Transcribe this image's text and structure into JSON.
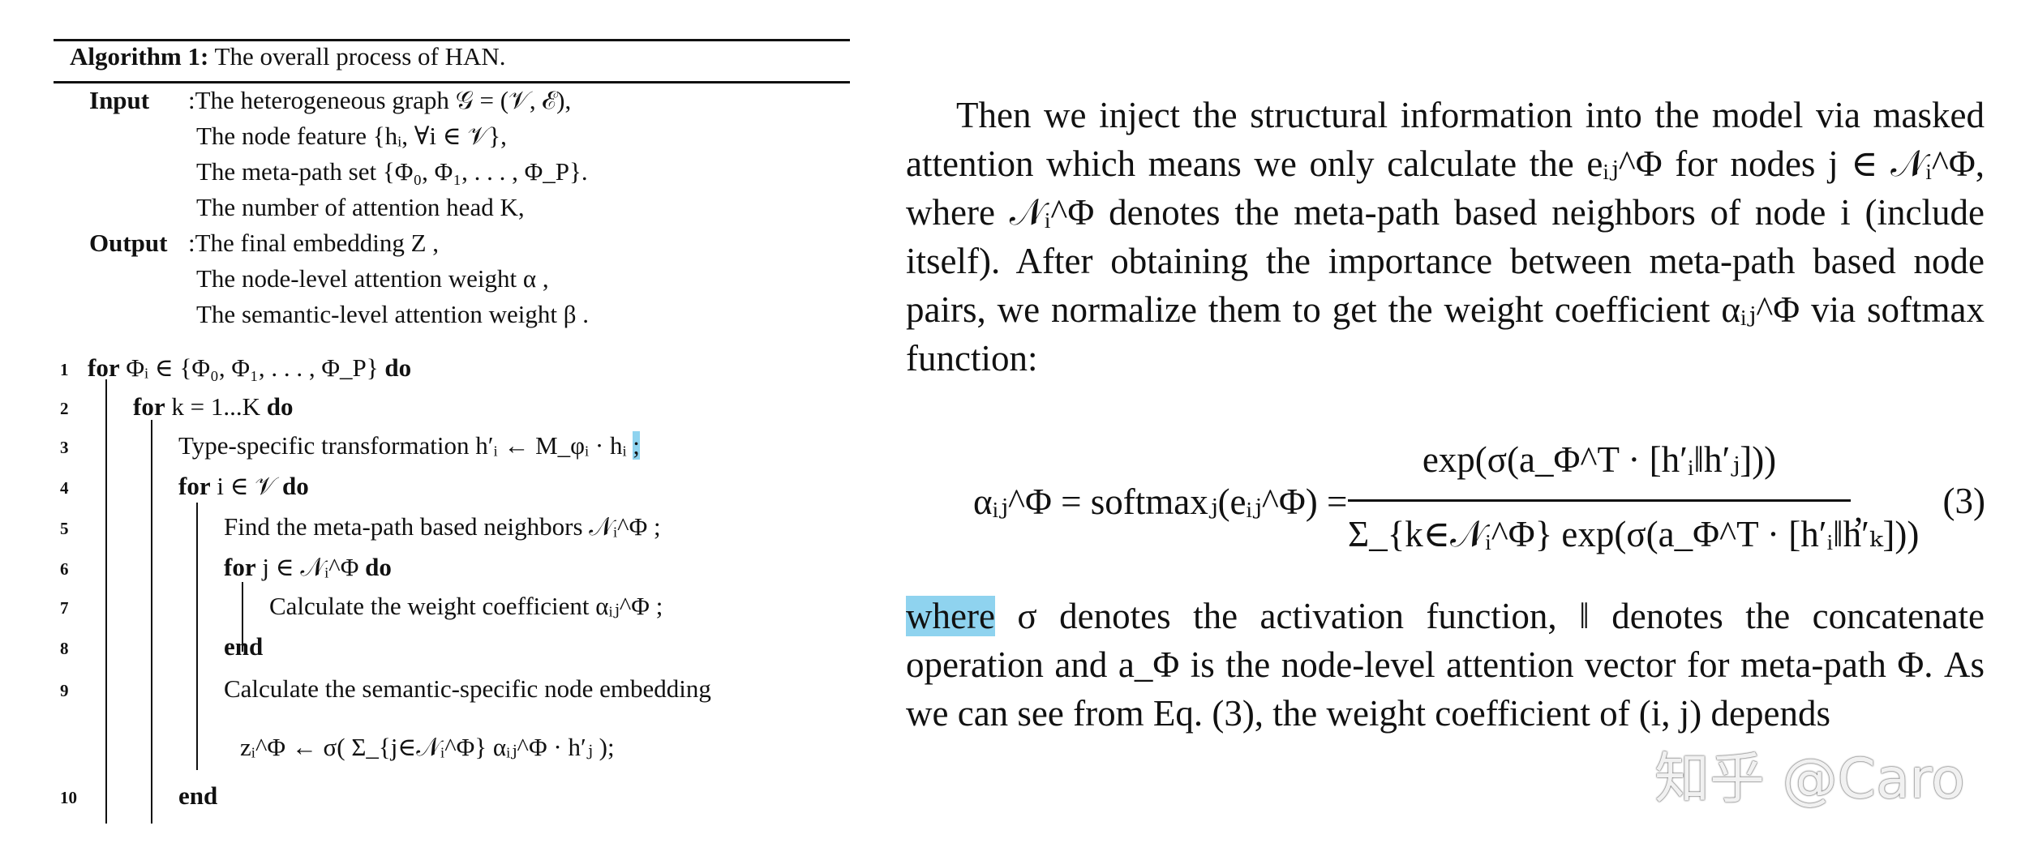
{
  "algorithm": {
    "title_label": "Algorithm 1:",
    "title_text": "The overall process of HAN.",
    "input_label": "Input",
    "input_lines": [
      ":The heterogeneous graph 𝒢 = (𝒱, ℰ),",
      "The node feature {hᵢ, ∀i ∈ 𝒱},",
      "The meta-path set {Φ₀, Φ₁, . . . , Φ_P}.",
      "The number of attention head K,"
    ],
    "output_label": "Output",
    "output_lines": [
      ":The final embedding Z ,",
      "The node-level attention weight α ,",
      "The semantic-level attention weight β ."
    ],
    "steps": [
      {
        "n": "1",
        "kw": "for",
        "text": "Φᵢ ∈ {Φ₀, Φ₁, . . . , Φ_P}",
        "kw2": "do"
      },
      {
        "n": "2",
        "kw": "for",
        "text": "k = 1...K",
        "kw2": "do"
      },
      {
        "n": "3",
        "kw": "",
        "text": "Type-specific transformation h′ᵢ ← M_φᵢ · hᵢ",
        "kw2": ";"
      },
      {
        "n": "4",
        "kw": "for",
        "text": "i ∈ 𝒱",
        "kw2": "do"
      },
      {
        "n": "5",
        "kw": "",
        "text": "Find the meta-path based neighbors 𝒩ᵢ^Φ ;",
        "kw2": ""
      },
      {
        "n": "6",
        "kw": "for",
        "text": "j ∈ 𝒩ᵢ^Φ",
        "kw2": "do"
      },
      {
        "n": "7",
        "kw": "",
        "text": "Calculate the weight coefficient αᵢⱼ^Φ ;",
        "kw2": ""
      },
      {
        "n": "8",
        "kw": "end",
        "text": "",
        "kw2": ""
      },
      {
        "n": "9",
        "kw": "",
        "text": "Calculate the semantic-specific node embedding",
        "kw2": ""
      },
      {
        "n": "",
        "kw": "",
        "text": "zᵢ^Φ ← σ( Σ_{j∈𝒩ᵢ^Φ} αᵢⱼ^Φ · h′ⱼ );",
        "kw2": ""
      },
      {
        "n": "10",
        "kw": "end",
        "text": "",
        "kw2": ""
      }
    ]
  },
  "paragraph1": "Then we inject the structural information into the model via masked attention which means we only calculate the eᵢⱼ^Φ for nodes j ∈ 𝒩ᵢ^Φ, where 𝒩ᵢ^Φ denotes the meta-path based neighbors of node i (include itself). After obtaining the importance between meta-path based node pairs, we normalize them to get the weight coefficient αᵢⱼ^Φ via softmax function:",
  "equation": {
    "lhs": "αᵢⱼ^Φ = softmaxⱼ(eᵢⱼ^Φ) =",
    "numerator": "exp(σ(a_Φ^T · [h′ᵢ‖h′ⱼ]))",
    "denominator": "Σ_{k∈𝒩ᵢ^Φ} exp(σ(a_Φ^T · [h′ᵢ‖h′ₖ]))",
    "number": "(3)"
  },
  "paragraph2": {
    "highlight": "where",
    "rest": " σ denotes the activation function, ‖ denotes the concatenate operation and a_Φ is the node-level attention vector for meta-path Φ. As we can see from Eq. (3), the weight coefficient of (i, j) depends"
  },
  "watermark": "知乎 @Caro",
  "colors": {
    "highlight": "#8fd3ef",
    "text": "#111111"
  }
}
